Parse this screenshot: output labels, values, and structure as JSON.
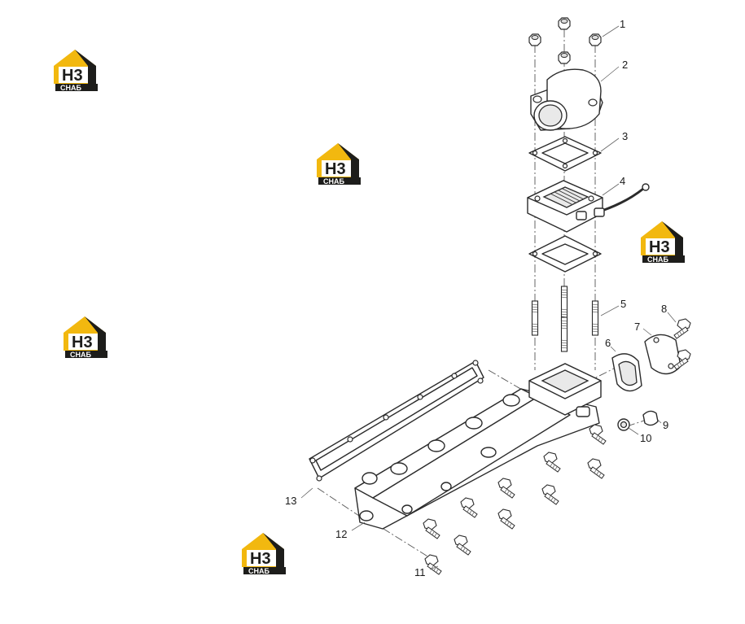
{
  "colors": {
    "watermark_yellow": "#f2b80f",
    "watermark_dark": "#1d1d1b",
    "line": "#2b2b2b"
  },
  "watermark": {
    "letters_top": "Н3",
    "letters_bottom": "СНАБ"
  },
  "callouts": [
    {
      "id": "1",
      "label": "1"
    },
    {
      "id": "2",
      "label": "2"
    },
    {
      "id": "3",
      "label": "3"
    },
    {
      "id": "4",
      "label": "4"
    },
    {
      "id": "5",
      "label": "5"
    },
    {
      "id": "6",
      "label": "6"
    },
    {
      "id": "7",
      "label": "7"
    },
    {
      "id": "8",
      "label": "8"
    },
    {
      "id": "9",
      "label": "9"
    },
    {
      "id": "10",
      "label": "10"
    },
    {
      "id": "11",
      "label": "11"
    },
    {
      "id": "12",
      "label": "12"
    },
    {
      "id": "13",
      "label": "13"
    }
  ]
}
